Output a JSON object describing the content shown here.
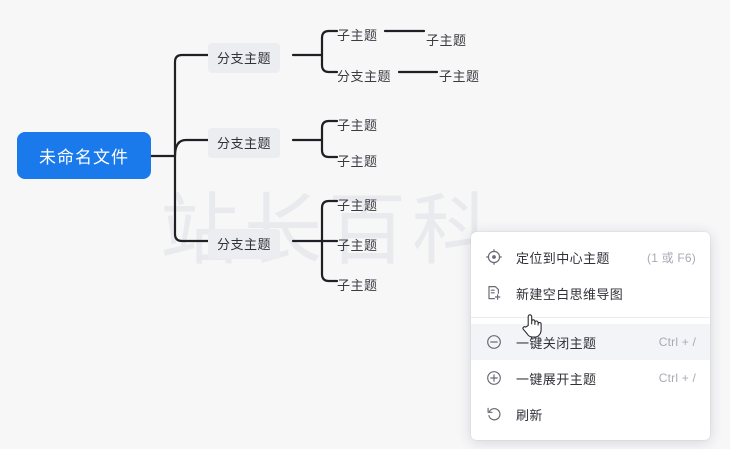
{
  "background": {
    "color": "#f7f7f8",
    "watermark_text": "站长百科"
  },
  "mindmap": {
    "root": {
      "label": "未命名文件",
      "color": "#1a7aeb",
      "text_color": "#ffffff"
    },
    "branches": [
      {
        "label": "分支主题",
        "children": [
          {
            "label": "子主题",
            "children": [
              {
                "label": "子主题"
              }
            ]
          },
          {
            "label": "分支主题",
            "children": [
              {
                "label": "子主题"
              }
            ]
          }
        ]
      },
      {
        "label": "分支主题",
        "children": [
          {
            "label": "子主题"
          },
          {
            "label": "子主题"
          }
        ]
      },
      {
        "label": "分支主题",
        "children": [
          {
            "label": "子主题"
          },
          {
            "label": "子主题"
          },
          {
            "label": "子主题"
          }
        ]
      }
    ],
    "branch_bg_color": "#ebedf1",
    "line_color": "#1f1f24"
  },
  "context_menu": {
    "items": [
      {
        "icon": "target-center-icon",
        "label": "定位到中心主题",
        "shortcut": "(1 或 F6)",
        "hovered": false,
        "separator_after": false
      },
      {
        "icon": "new-document-plus-icon",
        "label": "新建空白思维导图",
        "shortcut": "",
        "hovered": false,
        "separator_after": true
      },
      {
        "icon": "minus-circle-icon",
        "label": "一键关闭主题",
        "shortcut": "Ctrl + /",
        "hovered": true,
        "separator_after": false
      },
      {
        "icon": "plus-circle-icon",
        "label": "一键展开主题",
        "shortcut": "Ctrl + /",
        "hovered": false,
        "separator_after": false
      },
      {
        "icon": "refresh-icon",
        "label": "刷新",
        "shortcut": "",
        "hovered": false,
        "separator_after": false
      }
    ]
  },
  "cursor": {
    "type": "pointing-hand"
  }
}
